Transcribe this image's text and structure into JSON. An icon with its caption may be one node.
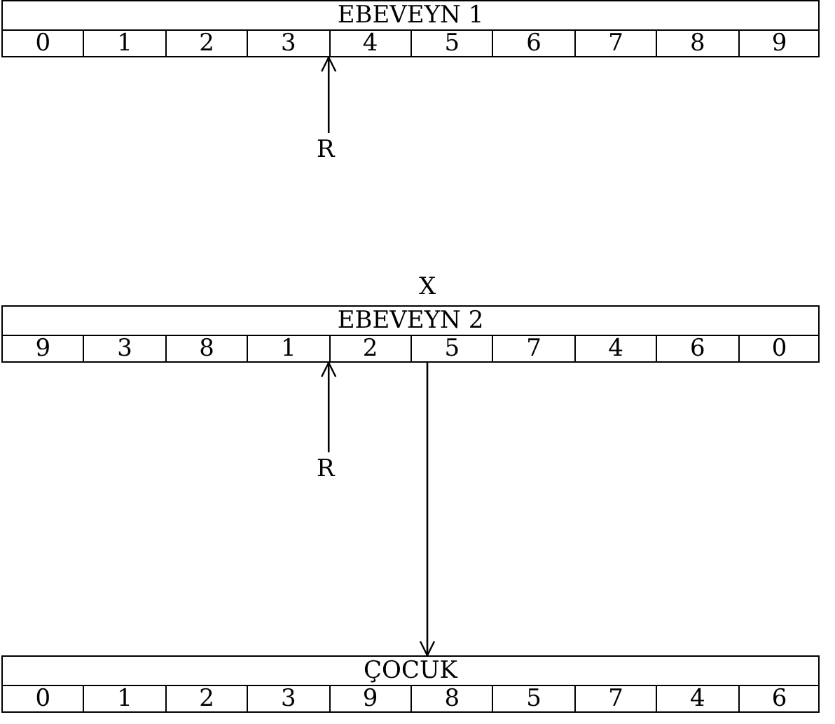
{
  "diagram": {
    "nodes": [
      {
        "text": [
          "EBEVEYN 1"
        ]
      },
      {
        "text": [
          "0"
        ],
        "in": 0
      },
      {
        "text": [
          "1"
        ],
        "in": 0
      },
      {
        "text": [
          "2"
        ],
        "in": 0
      },
      {
        "text": [
          "3"
        ],
        "in": 0
      },
      {
        "text": [
          "4"
        ],
        "in": 0
      },
      {
        "text": [
          "5"
        ],
        "in": 0
      },
      {
        "text": [
          "6"
        ],
        "in": 0
      },
      {
        "text": [
          "7"
        ],
        "in": 0
      },
      {
        "text": [
          "8"
        ],
        "in": 0
      },
      {
        "text": [
          "9"
        ],
        "in": 0
      },
      {
        "text": [
          "R"
        ]
      },
      {
        "text": [
          "EBEVEYN 2"
        ]
      },
      {
        "text": [
          "9"
        ],
        "in": 12
      },
      {
        "text": [
          "3"
        ],
        "in": 12
      },
      {
        "text": [
          "8"
        ],
        "in": 12
      },
      {
        "text": [
          "1"
        ],
        "in": 12
      },
      {
        "text": [
          "2"
        ],
        "in": 12
      },
      {
        "text": [
          "5"
        ],
        "in": 12
      },
      {
        "text": [
          "7"
        ],
        "in": 12
      },
      {
        "text": [
          "4"
        ],
        "in": 12
      },
      {
        "text": [
          "6"
        ],
        "in": 12
      },
      {
        "text": [
          "0"
        ],
        "in": 12
      },
      {
        "text": [
          "R"
        ]
      },
      {
        "text": [
          "ÇOCUK"
        ]
      },
      {
        "text": [
          "0"
        ],
        "in": 24
      },
      {
        "text": [
          "1"
        ],
        "in": 24
      },
      {
        "text": [
          "2"
        ],
        "in": 24
      },
      {
        "text": [
          "3"
        ],
        "in": 24
      },
      {
        "text": [
          "9"
        ],
        "in": 24
      },
      {
        "text": [
          "8"
        ],
        "in": 24
      },
      {
        "text": [
          "5"
        ],
        "in": 24
      },
      {
        "text": [
          "7"
        ],
        "in": 24
      },
      {
        "text": [
          "4"
        ],
        "in": 24
      },
      {
        "text": [
          "6"
        ],
        "in": 24
      }
    ],
    "edges": [
      {
        "from": 11,
        "to": 0,
        "arrow": "to"
      },
      {
        "from": 23,
        "to": 12,
        "arrow": "to"
      },
      {
        "from": 12,
        "to": 24,
        "arrow": "to"
      }
    ],
    "labels": [
      "X"
    ]
  }
}
